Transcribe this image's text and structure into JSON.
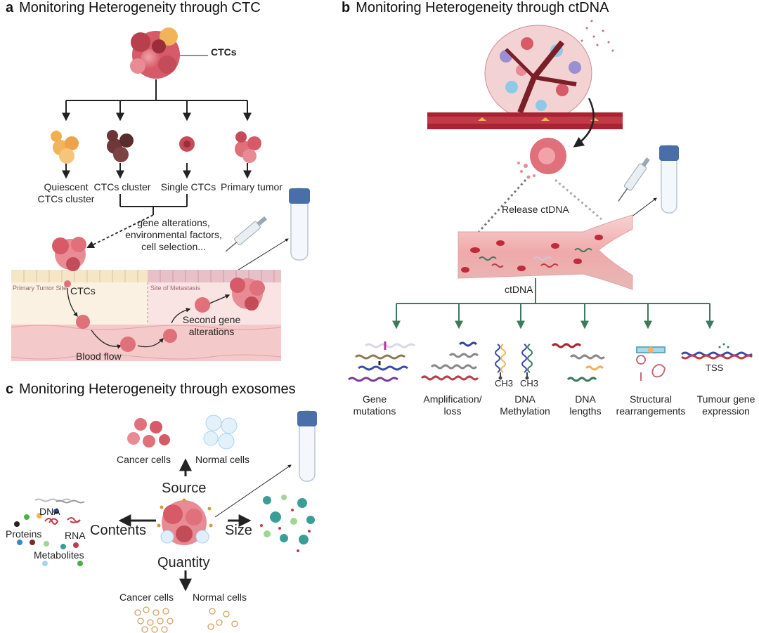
{
  "panel_a": {
    "letter": "a",
    "title": "Monitoring Heterogeneity through CTC",
    "ctcs_label": "CTCs",
    "types": [
      "Quiescent\nCTCs cluster",
      "CTCs cluster",
      "Single CTCs",
      "Primary tumor"
    ],
    "factors": "gene alterations,\nenvironmental factors,\ncell selection...",
    "primary_site": "Primary Tumor Site",
    "metastasis_site": "Site of Metastasis",
    "ctcs_vessel": "CTCs",
    "blood_flow": "Blood flow",
    "second_gene": "Second gene\nalterations"
  },
  "panel_b": {
    "letter": "b",
    "title": "Monitoring Heterogeneity through ctDNA",
    "release": "Release ctDNA",
    "ctdna": "ctDNA",
    "ch3": "CH3",
    "tss": "TSS",
    "analyses": [
      "Gene\nmutations",
      "Amplification/\nloss",
      "DNA\nMethylation",
      "DNA\nlengths",
      "Structural\nrearrangements",
      "Tumour gene\nexpression"
    ]
  },
  "panel_c": {
    "letter": "c",
    "title": "Monitoring Heterogeneity through exosomes",
    "cancer_cells_top": "Cancer cells",
    "normal_cells_top": "Normal cells",
    "source": "Source",
    "contents": "Contents",
    "size": "Size",
    "quantity": "Quantity",
    "dna": "DNA",
    "rna": "RNA",
    "proteins": "Proteins",
    "metabolites": "Metabolites",
    "cancer_cells_bottom": "Cancer cells",
    "normal_cells_bottom": "Normal cells"
  },
  "colors": {
    "tumor_pink": "#e0707a",
    "tumor_dark": "#b8404c",
    "orange_cell": "#f2b45a",
    "dark_cell": "#6e3838",
    "vessel_red": "#a82432",
    "green_arrow": "#3d7a5e",
    "tube_blue": "#4a6fa8",
    "exosome_teal": "#3a9e96"
  }
}
